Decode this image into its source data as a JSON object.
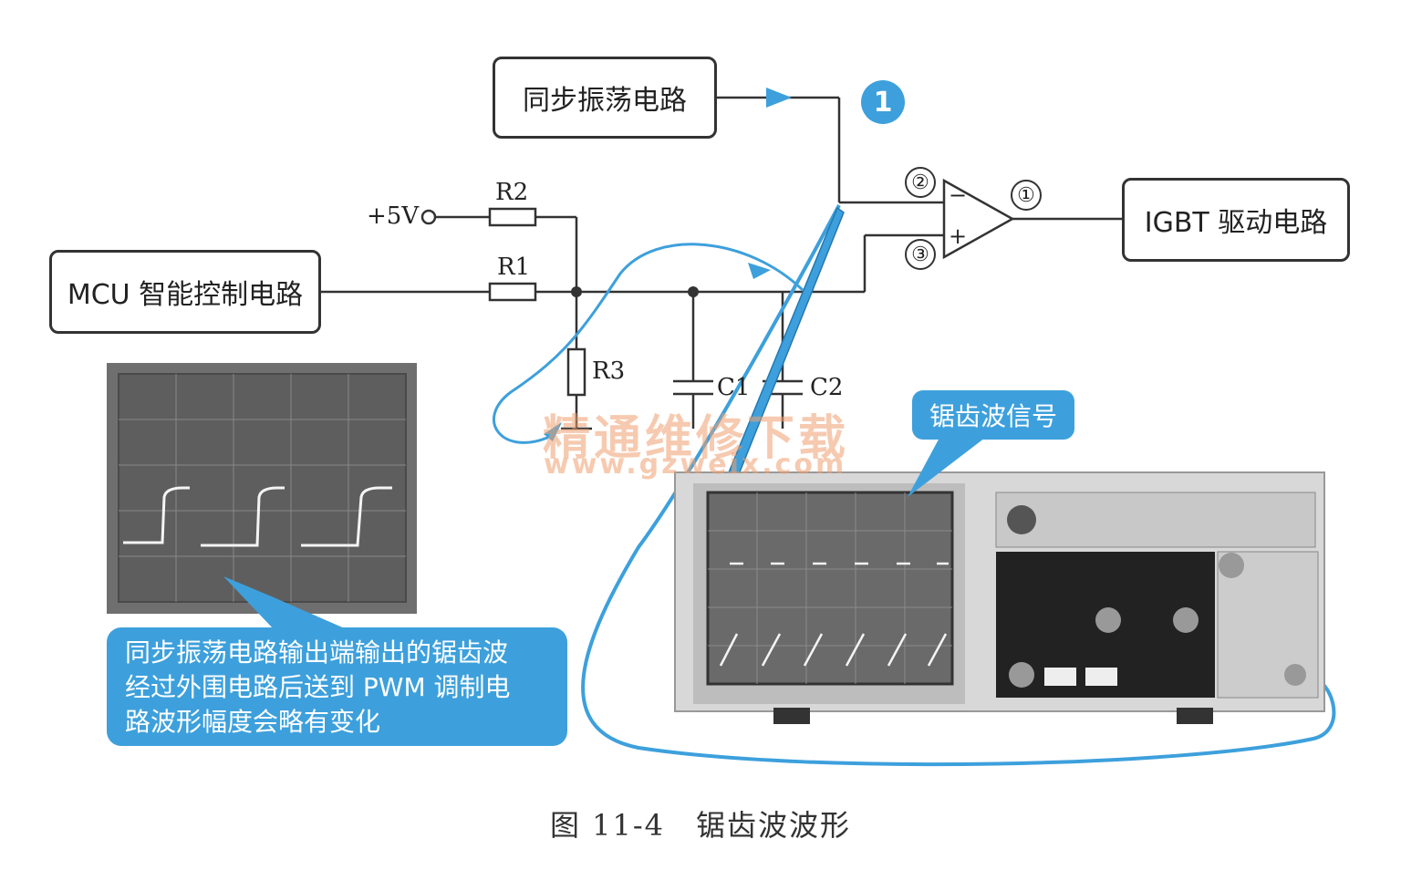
{
  "blocks": {
    "sync_oscillator": "同步振荡电路",
    "mcu": "MCU 智能控制电路",
    "igbt": "IGBT 驱动电路"
  },
  "components": {
    "vcc": "+5V",
    "r1": "R1",
    "r2": "R2",
    "r3": "R3",
    "c1": "C1",
    "c2": "C2",
    "pin_in_minus": "②",
    "pin_in_plus": "③",
    "pin_out": "①",
    "minus": "−",
    "plus": "+"
  },
  "step_marker": "1",
  "callouts": {
    "sawtooth_signal": "锯齿波信号",
    "description_lines": [
      "同步振荡电路输出端输出的锯齿波",
      "经过外围电路后送到 PWM 调制电",
      "路波形幅度会略有变化"
    ]
  },
  "watermark": {
    "cn": "精通维修下载",
    "url": "www.gzweix.com"
  },
  "caption": "图 11-4　锯齿波波形",
  "colors": {
    "accent_blue": "#3da0dc",
    "line": "#333333",
    "scope_bg": "#6f6f6f",
    "instrument_body": "#d8d8d8"
  }
}
